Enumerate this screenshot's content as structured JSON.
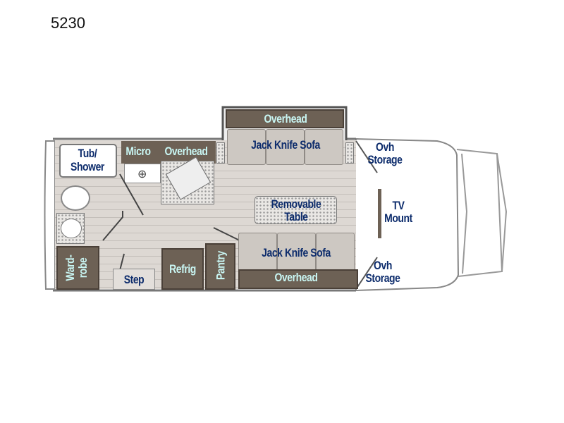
{
  "model": "5230",
  "labels": {
    "tub_shower": [
      "Tub/",
      "Shower"
    ],
    "micro": "Micro",
    "overhead_kitchen": "Overhead",
    "overhead_top": "Overhead",
    "sofa_top": "Jack Knife Sofa",
    "ovh_storage_top": [
      "Ovh",
      "Storage"
    ],
    "removable_table": [
      "Removable",
      "Table"
    ],
    "tv_mount": [
      "TV",
      "Mount"
    ],
    "sofa_bottom": "Jack Knife Sofa",
    "ovh_storage_bottom": [
      "Ovh",
      "Storage"
    ],
    "overhead_bottom": "Overhead",
    "wardrobe": [
      "Ward-",
      "robe"
    ],
    "step": "Step",
    "refrig": "Refrig",
    "pantry": "Pantry"
  },
  "colors": {
    "label_dark": "#0d2c6c",
    "label_light": "#c9f6f3",
    "cabinet": "#6d6155"
  }
}
